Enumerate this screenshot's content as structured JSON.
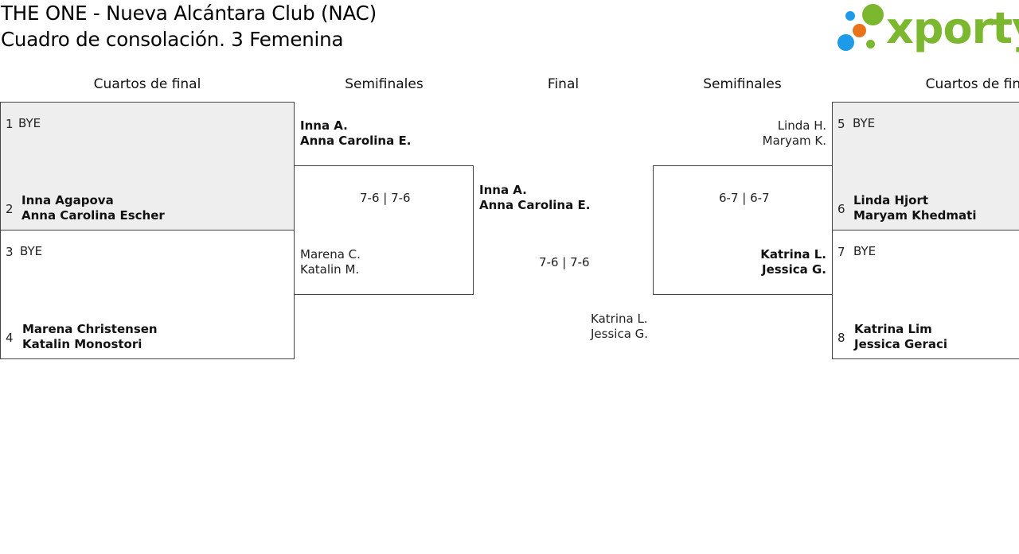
{
  "header": {
    "title": "THE ONE - Nueva Alcántara Club (NAC)",
    "subtitle": "Cuadro de consolación. 3 Femenina"
  },
  "logo": {
    "text": "xporty",
    "colors": {
      "green": "#7cb82f",
      "orange": "#e8731a",
      "blue": "#1e9be8"
    }
  },
  "rounds": {
    "left_qf": "Cuartos de final",
    "left_sf": "Semifinales",
    "final": "Final",
    "right_sf": "Semifinales",
    "right_qf": "Cuartos de final"
  },
  "left_qf": [
    {
      "seed": "1",
      "p1": "BYE",
      "p2": ""
    },
    {
      "seed": "2",
      "p1": "Inna Agapova",
      "p2": "Anna Carolina Escher"
    },
    {
      "seed": "3",
      "p1": "BYE",
      "p2": ""
    },
    {
      "seed": "4",
      "p1": "Marena Christensen",
      "p2": "Katalin Monostori"
    }
  ],
  "right_qf": [
    {
      "seed": "5",
      "p1": "BYE",
      "p2": ""
    },
    {
      "seed": "6",
      "p1": "Linda Hjort",
      "p2": "Maryam Khedmati"
    },
    {
      "seed": "7",
      "p1": "BYE",
      "p2": ""
    },
    {
      "seed": "8",
      "p1": "Katrina Lim",
      "p2": "Jessica Geraci"
    }
  ],
  "left_sf": {
    "top": {
      "p1": "Inna A.",
      "p2": "Anna Carolina E."
    },
    "score": "7-6 | 7-6",
    "bottom": {
      "p1": "Marena C.",
      "p2": "Katalin M."
    }
  },
  "right_sf": {
    "top": {
      "p1": "Linda H.",
      "p2": "Maryam K."
    },
    "score": "6-7 | 6-7",
    "bottom": {
      "p1": "Katrina L.",
      "p2": "Jessica G."
    }
  },
  "final": {
    "top": {
      "p1": "Inna A.",
      "p2": "Anna Carolina E."
    },
    "score": "7-6 | 7-6",
    "bottom": {
      "p1": "Katrina L.",
      "p2": "Jessica G."
    }
  }
}
